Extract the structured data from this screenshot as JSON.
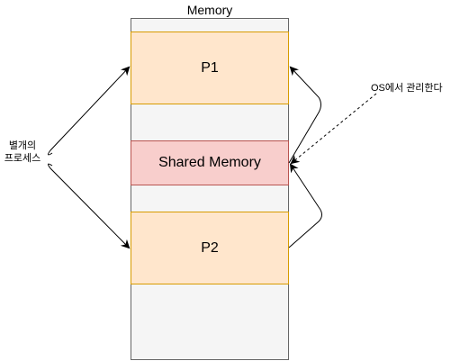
{
  "memory": {
    "title": "Memory",
    "colors": {
      "container_fill": "#f5f5f5",
      "container_stroke": "#666666"
    }
  },
  "blocks": {
    "p1": {
      "label": "P1",
      "fill": "#ffe6cc",
      "stroke": "#d79b00"
    },
    "shared": {
      "label": "Shared Memory",
      "fill": "#f8cecc",
      "stroke": "#b85450"
    },
    "p2": {
      "label": "P2",
      "fill": "#ffe6cc",
      "stroke": "#d79b00"
    }
  },
  "annotations": {
    "separate_processes_line1": "별개의",
    "separate_processes_line2": "프로세스",
    "os_managed": "OS에서 관리한다"
  }
}
